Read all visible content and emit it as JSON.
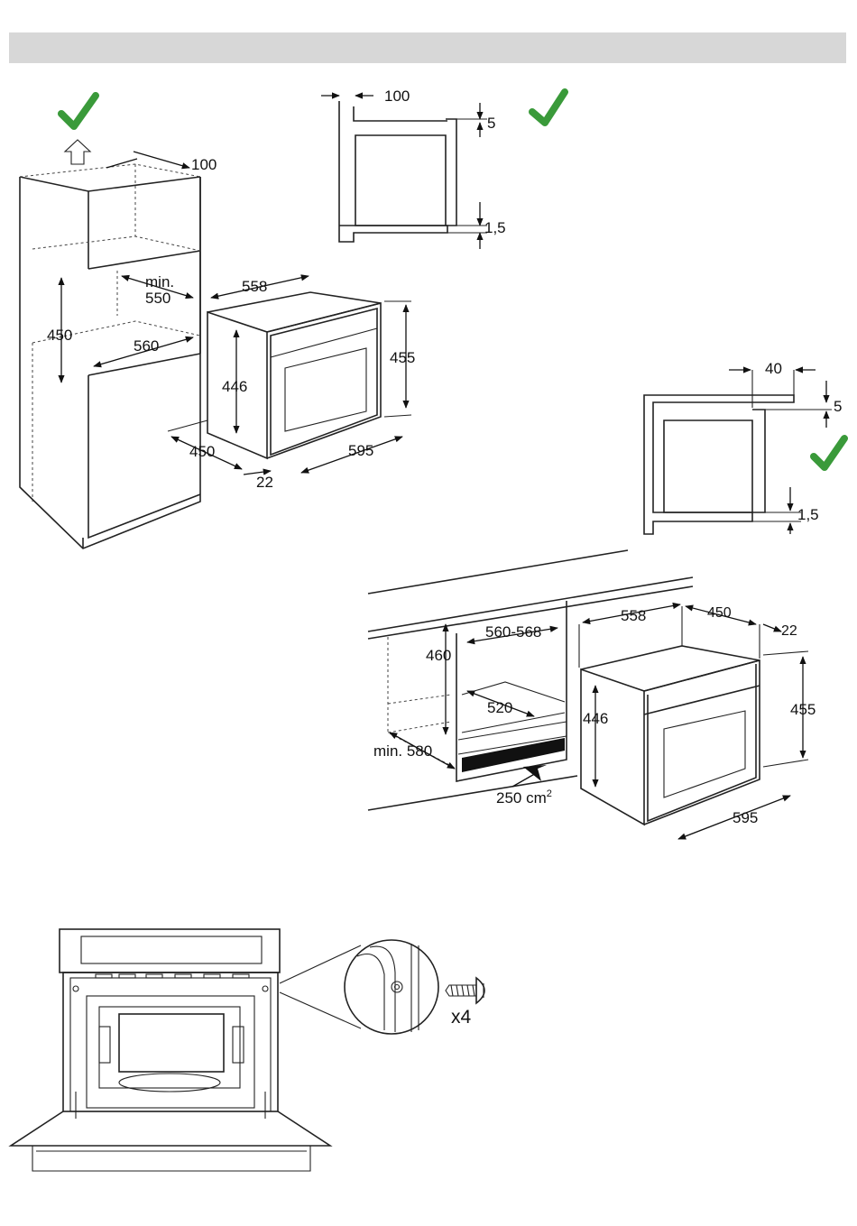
{
  "colors": {
    "header_bar": "#d7d7d7",
    "check": "#3a9a3a",
    "line": "#222222"
  },
  "icons": [
    "check-icon",
    "arrow-up-icon",
    "screw-icon",
    "airflow-arrow-icon"
  ],
  "column_install": {
    "top_gap": "100",
    "min_label": "min.",
    "min_depth": "550",
    "niche_height": "450",
    "niche_width": "560",
    "oven_depth_top": "558",
    "oven_height_body": "446",
    "oven_height_front": "455",
    "oven_width": "595",
    "oven_depth_side": "450",
    "front_thickness": "22"
  },
  "side_detail_top": {
    "rear_gap": "100",
    "top_gap": "5",
    "bottom_gap": "1,5"
  },
  "side_detail_right": {
    "rear_gap": "40",
    "top_gap": "5",
    "bottom_gap": "1,5"
  },
  "counter_install": {
    "niche_height": "460",
    "niche_width": "560-568",
    "niche_depth": "520",
    "min_depth": "min. 580",
    "vent_area": "250 cm",
    "vent_area_exp": "2",
    "oven_depth_top": "558",
    "oven_depth_side": "450",
    "front_thickness": "22",
    "oven_height_body": "446",
    "oven_height_front": "455",
    "oven_width": "595"
  },
  "fixing": {
    "screw_count": "x4"
  }
}
